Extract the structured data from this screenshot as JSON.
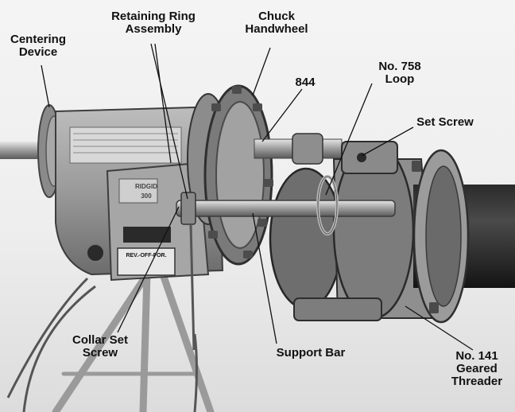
{
  "labels": {
    "centering_device": {
      "line1": "Centering",
      "line2": "Device"
    },
    "retaining_ring_assembly": {
      "line1": "Retaining Ring",
      "line2": "Assembly"
    },
    "chuck_handwheel": {
      "line1": "Chuck",
      "line2": "Handwheel"
    },
    "part_844": "844",
    "no_758_loop": {
      "line1": "No. 758",
      "line2": "Loop"
    },
    "set_screw": "Set Screw",
    "collar_set_screw": {
      "line1": "Collar Set",
      "line2": "Screw"
    },
    "support_bar": "Support Bar",
    "no_141_geared_threader": {
      "line1": "No. 141",
      "line2": "Geared",
      "line3": "Threader"
    }
  },
  "machine_plate": {
    "model_line1": "RIDGID",
    "model_line2": "300",
    "switch": "REV.-OFF-FOR."
  }
}
